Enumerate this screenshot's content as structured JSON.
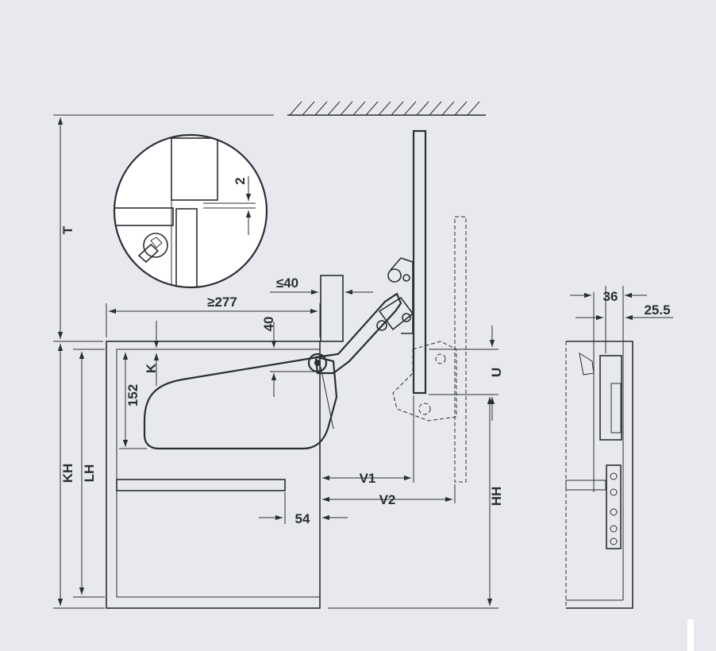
{
  "colors": {
    "background": "#e8e9ee",
    "ink": "#2b2e33",
    "white": "#ffffff"
  },
  "labels": {
    "T": "T",
    "KH": "KH",
    "LH": "LH",
    "K": "K",
    "d152": "152",
    "d277": "≥277",
    "d40top": "≤40",
    "d40v": "40",
    "d2": "2",
    "V1": "V1",
    "V2": "V2",
    "d54": "54",
    "U": "U",
    "HH": "HH",
    "d36": "36",
    "d25_5": "25.5"
  }
}
